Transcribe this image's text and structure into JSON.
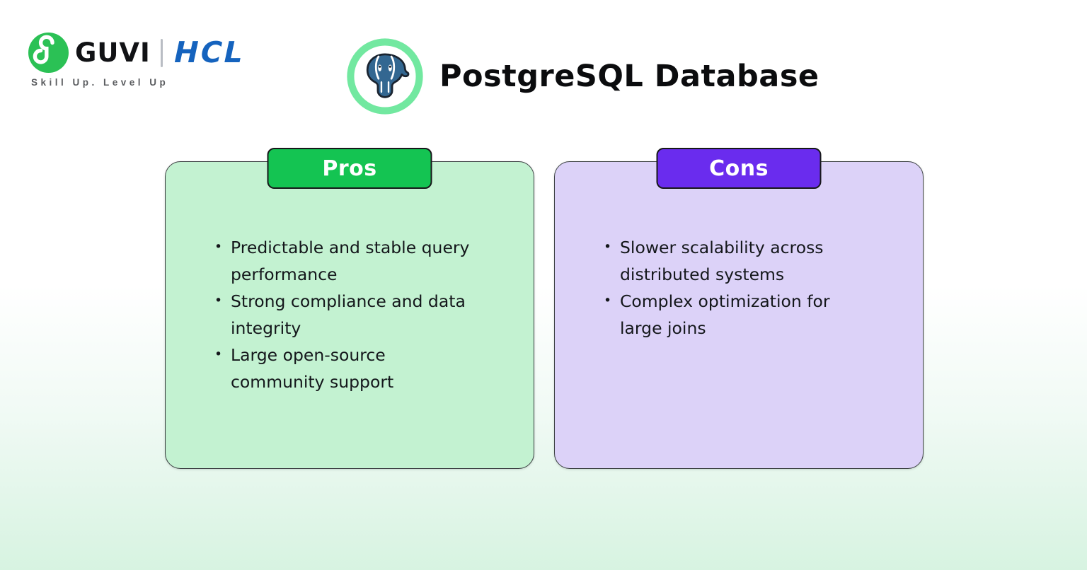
{
  "brand": {
    "guvi_label": "GUVI",
    "hcl_label": "HCL",
    "tagline": "Skill Up. Level Up"
  },
  "header": {
    "title": "PostgreSQL Database"
  },
  "pros": {
    "label": "Pros",
    "items": [
      "Predictable and stable query performance",
      "Strong compliance and data integrity",
      "Large open-source community support"
    ]
  },
  "cons": {
    "label": "Cons",
    "items": [
      "Slower scalability across distributed systems",
      "Complex optimization for large joins"
    ]
  },
  "icons": {
    "brand_mark": "guvi-g-icon",
    "header_badge": "postgresql-elephant-icon"
  },
  "colors": {
    "guvi-green": "#2bc155",
    "hcl-blue": "#1563be",
    "pros-accent": "#14c452",
    "pros-card-bg": "#c3f2d1",
    "cons-accent": "#6a2cee",
    "cons-card-bg": "#dcd2f8",
    "badge-ring": "#72e8a0",
    "elephant-blue": "#336791",
    "page-gradient-end": "#d7f3e1",
    "text-dark": "#14171b"
  }
}
